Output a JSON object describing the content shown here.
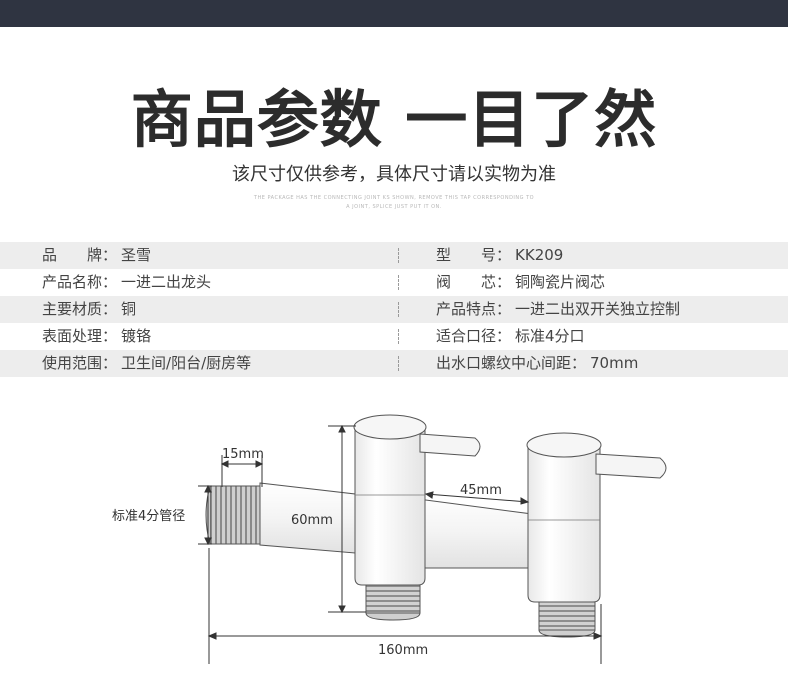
{
  "header": {
    "title": "商品参数 一目了然",
    "subtitle": "该尺寸仅供参考，具体尺寸请以实物为准",
    "tiny_line1": "THE PACKAGE HAS THE CONNECTING JOINT KS SHOWN, REMOVE THIS TAP CORRESPONDING TO",
    "tiny_line2": "A JOINT, SPLICE JUST PUT IT ON."
  },
  "specs": [
    {
      "left_label": "品　　牌：",
      "left_value": "圣雪",
      "right_label": "型　　号：",
      "right_value": "KK209"
    },
    {
      "left_label": "产品名称：",
      "left_value": "一进二出龙头",
      "right_label": "阀　　芯：",
      "right_value": "铜陶瓷片阀芯"
    },
    {
      "left_label": "主要材质：",
      "left_value": "铜",
      "right_label": "产品特点：",
      "right_value": "一进二出双开关独立控制"
    },
    {
      "left_label": "表面处理：",
      "left_value": "镀铬",
      "right_label": "适合口径：",
      "right_value": "标准4分口"
    },
    {
      "left_label": "使用范围：",
      "left_value": "卫生间/阳台/厨房等",
      "right_label": "出水口螺纹中心间距：",
      "right_value": "70mm"
    }
  ],
  "diagram": {
    "dim_thread_length": "15mm",
    "dim_spacing": "45mm",
    "dim_height": "60mm",
    "dim_total": "160mm",
    "thread_label": "标准4分管径"
  }
}
